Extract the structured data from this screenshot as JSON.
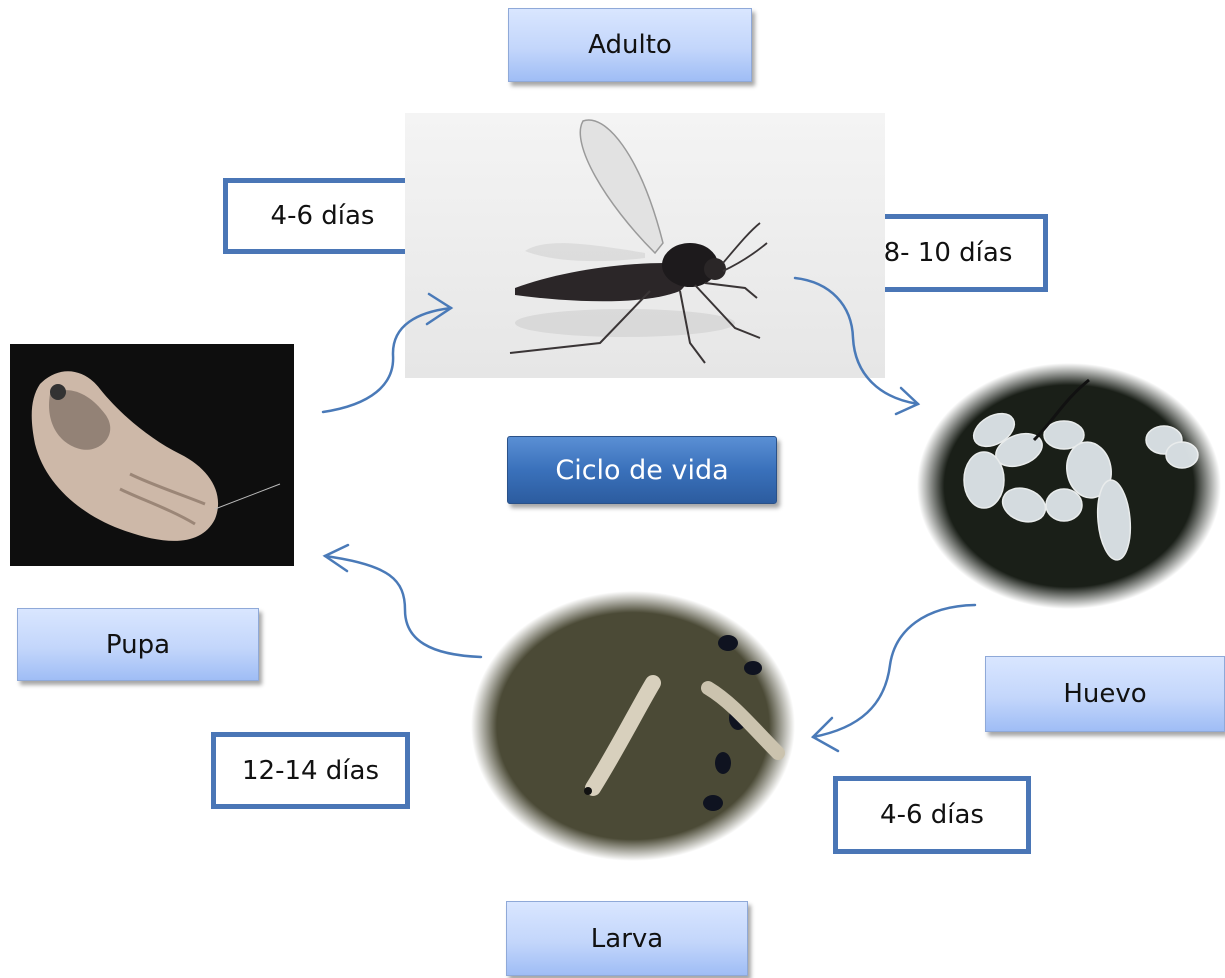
{
  "center": {
    "title": "Ciclo de vida"
  },
  "stages": {
    "adulto": "Adulto",
    "huevo": "Huevo",
    "larva": "Larva",
    "pupa": "Pupa"
  },
  "durations": {
    "pupa_to_adulto": "4-6 días",
    "adulto_to_huevo": "8-  10 días",
    "huevo_to_larva": "4-6 días",
    "larva_to_pupa": "12-14 días"
  },
  "colors": {
    "arrow": "#4a7ab8",
    "duration_border": "#4a76b6",
    "center_fill": "#3a71bb"
  }
}
